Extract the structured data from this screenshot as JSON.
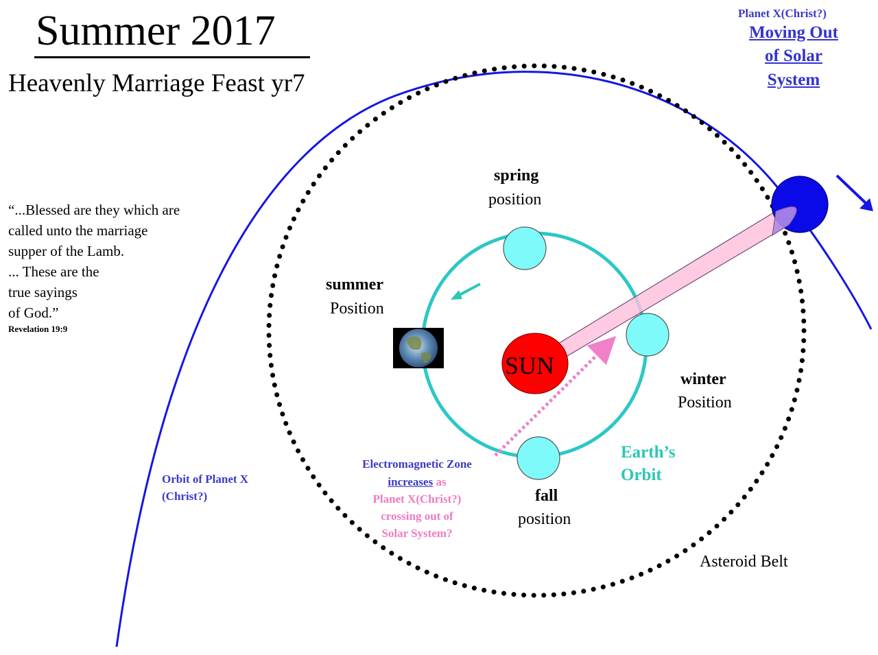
{
  "title": "Summer 2017",
  "subtitle": "Heavenly Marriage Feast yr7",
  "quote": {
    "lines": [
      "“...Blessed are they which are",
      "called unto the marriage",
      "supper of the Lamb.",
      "... These are the",
      "true sayings",
      "of God.”"
    ],
    "reference": "Revelation 19:9"
  },
  "planet_x_heading": {
    "label": "Planet X(Christ?)",
    "lines": [
      "Moving Out",
      "of Solar",
      "System"
    ]
  },
  "seasons": {
    "spring": {
      "name": "spring",
      "word": "position"
    },
    "summer": {
      "name": "summer",
      "word": "Position"
    },
    "winter": {
      "name": "winter",
      "word": "Position"
    },
    "fall": {
      "name": "fall",
      "word": "position"
    }
  },
  "sun_label": "SUN",
  "orbit_planet_x": [
    "Orbit of Planet X",
    "(Christ?)"
  ],
  "em_zone": {
    "line1": "Electromagnetic Zone",
    "line2_underlined": "increases",
    "line2_rest": "as",
    "pink_lines": [
      "Planet X(Christ?)",
      "crossing out of",
      "Solar System?"
    ]
  },
  "earth_orbit": [
    "Earth’s",
    "Orbit"
  ],
  "asteroid_belt": "Asteroid Belt",
  "colors": {
    "planet_x_orbit": "#1515e6",
    "planet_x": "#0a0ae8",
    "earth_orbit_ring": "#2cc7c7",
    "earth_bodies": "#7ffafa",
    "sun": "#ff0000",
    "em_zone": "#ffc0dc",
    "em_arrow": "#f080c8",
    "asteroid_dots": "#000000"
  },
  "icons": [
    "earth-globe-icon",
    "orbit-direction-arrow-icon",
    "planet-x-direction-arrow-icon",
    "em-zone-arrow-icon"
  ]
}
